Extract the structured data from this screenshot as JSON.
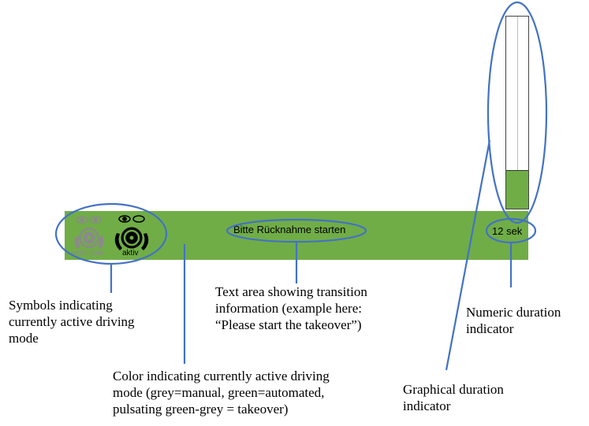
{
  "hmi": {
    "message": "Bitte Rücknahme starten",
    "timer": "12 sek",
    "mode_available_label": "verfügbar",
    "mode_active_label": "aktiv",
    "bar_color": "#70ad47",
    "gauge_fill_fraction": 0.2
  },
  "annotations": {
    "symbols": [
      "Symbols indicating",
      "currently active driving",
      "mode"
    ],
    "text_area": [
      "Text area showing transition",
      "information (example here:",
      "“Please start the takeover”)"
    ],
    "numeric": [
      "Numeric duration",
      "indicator"
    ],
    "color": [
      "Color indicating currently active driving",
      "mode (grey=manual, green=automated,",
      "pulsating green-grey = takeover)"
    ],
    "graphical": [
      "Graphical duration",
      "indicator"
    ]
  },
  "colors": {
    "highlight": "#4472c4",
    "available_icon": "#8a8a8a",
    "active_icon": "#000000"
  },
  "icons": [
    "eyes-icon",
    "eyes-closed-icon",
    "manual-driver-icon",
    "automated-driver-icon"
  ]
}
